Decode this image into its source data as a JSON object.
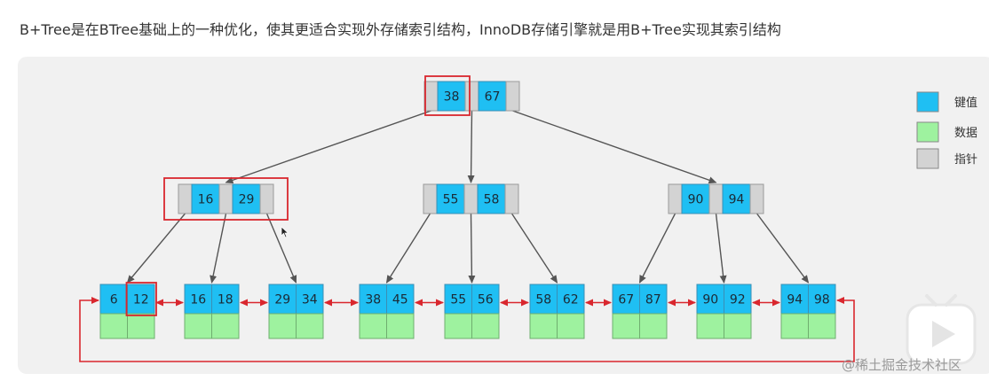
{
  "heading": "B+Tree是在BTree基础上的一种优化，使其更适合实现外存储索引结构，InnoDB存储引擎就是用B+Tree实现其索引结构",
  "colors": {
    "key": "#1fbff3",
    "data": "#9ef29f",
    "pointer": "#d3d3d3",
    "highlight": "#d9272e",
    "leaf_link": "#d9272e",
    "edge": "#555555"
  },
  "legend": [
    {
      "label": "键值",
      "swatch": "key"
    },
    {
      "label": "数据",
      "swatch": "data"
    },
    {
      "label": "指针",
      "swatch": "pointer"
    }
  ],
  "tree": {
    "root": {
      "keys": [
        "38",
        "67"
      ]
    },
    "internal": [
      {
        "keys": [
          "16",
          "29"
        ]
      },
      {
        "keys": [
          "55",
          "58"
        ]
      },
      {
        "keys": [
          "90",
          "94"
        ]
      }
    ],
    "leaves": [
      {
        "keys": [
          "6",
          "12"
        ]
      },
      {
        "keys": [
          "16",
          "18"
        ]
      },
      {
        "keys": [
          "29",
          "34"
        ]
      },
      {
        "keys": [
          "38",
          "45"
        ]
      },
      {
        "keys": [
          "55",
          "56"
        ]
      },
      {
        "keys": [
          "58",
          "62"
        ]
      },
      {
        "keys": [
          "67",
          "87"
        ]
      },
      {
        "keys": [
          "90",
          "92"
        ]
      },
      {
        "keys": [
          "94",
          "98"
        ]
      }
    ]
  },
  "watermark": "@稀土掘金技术社区"
}
